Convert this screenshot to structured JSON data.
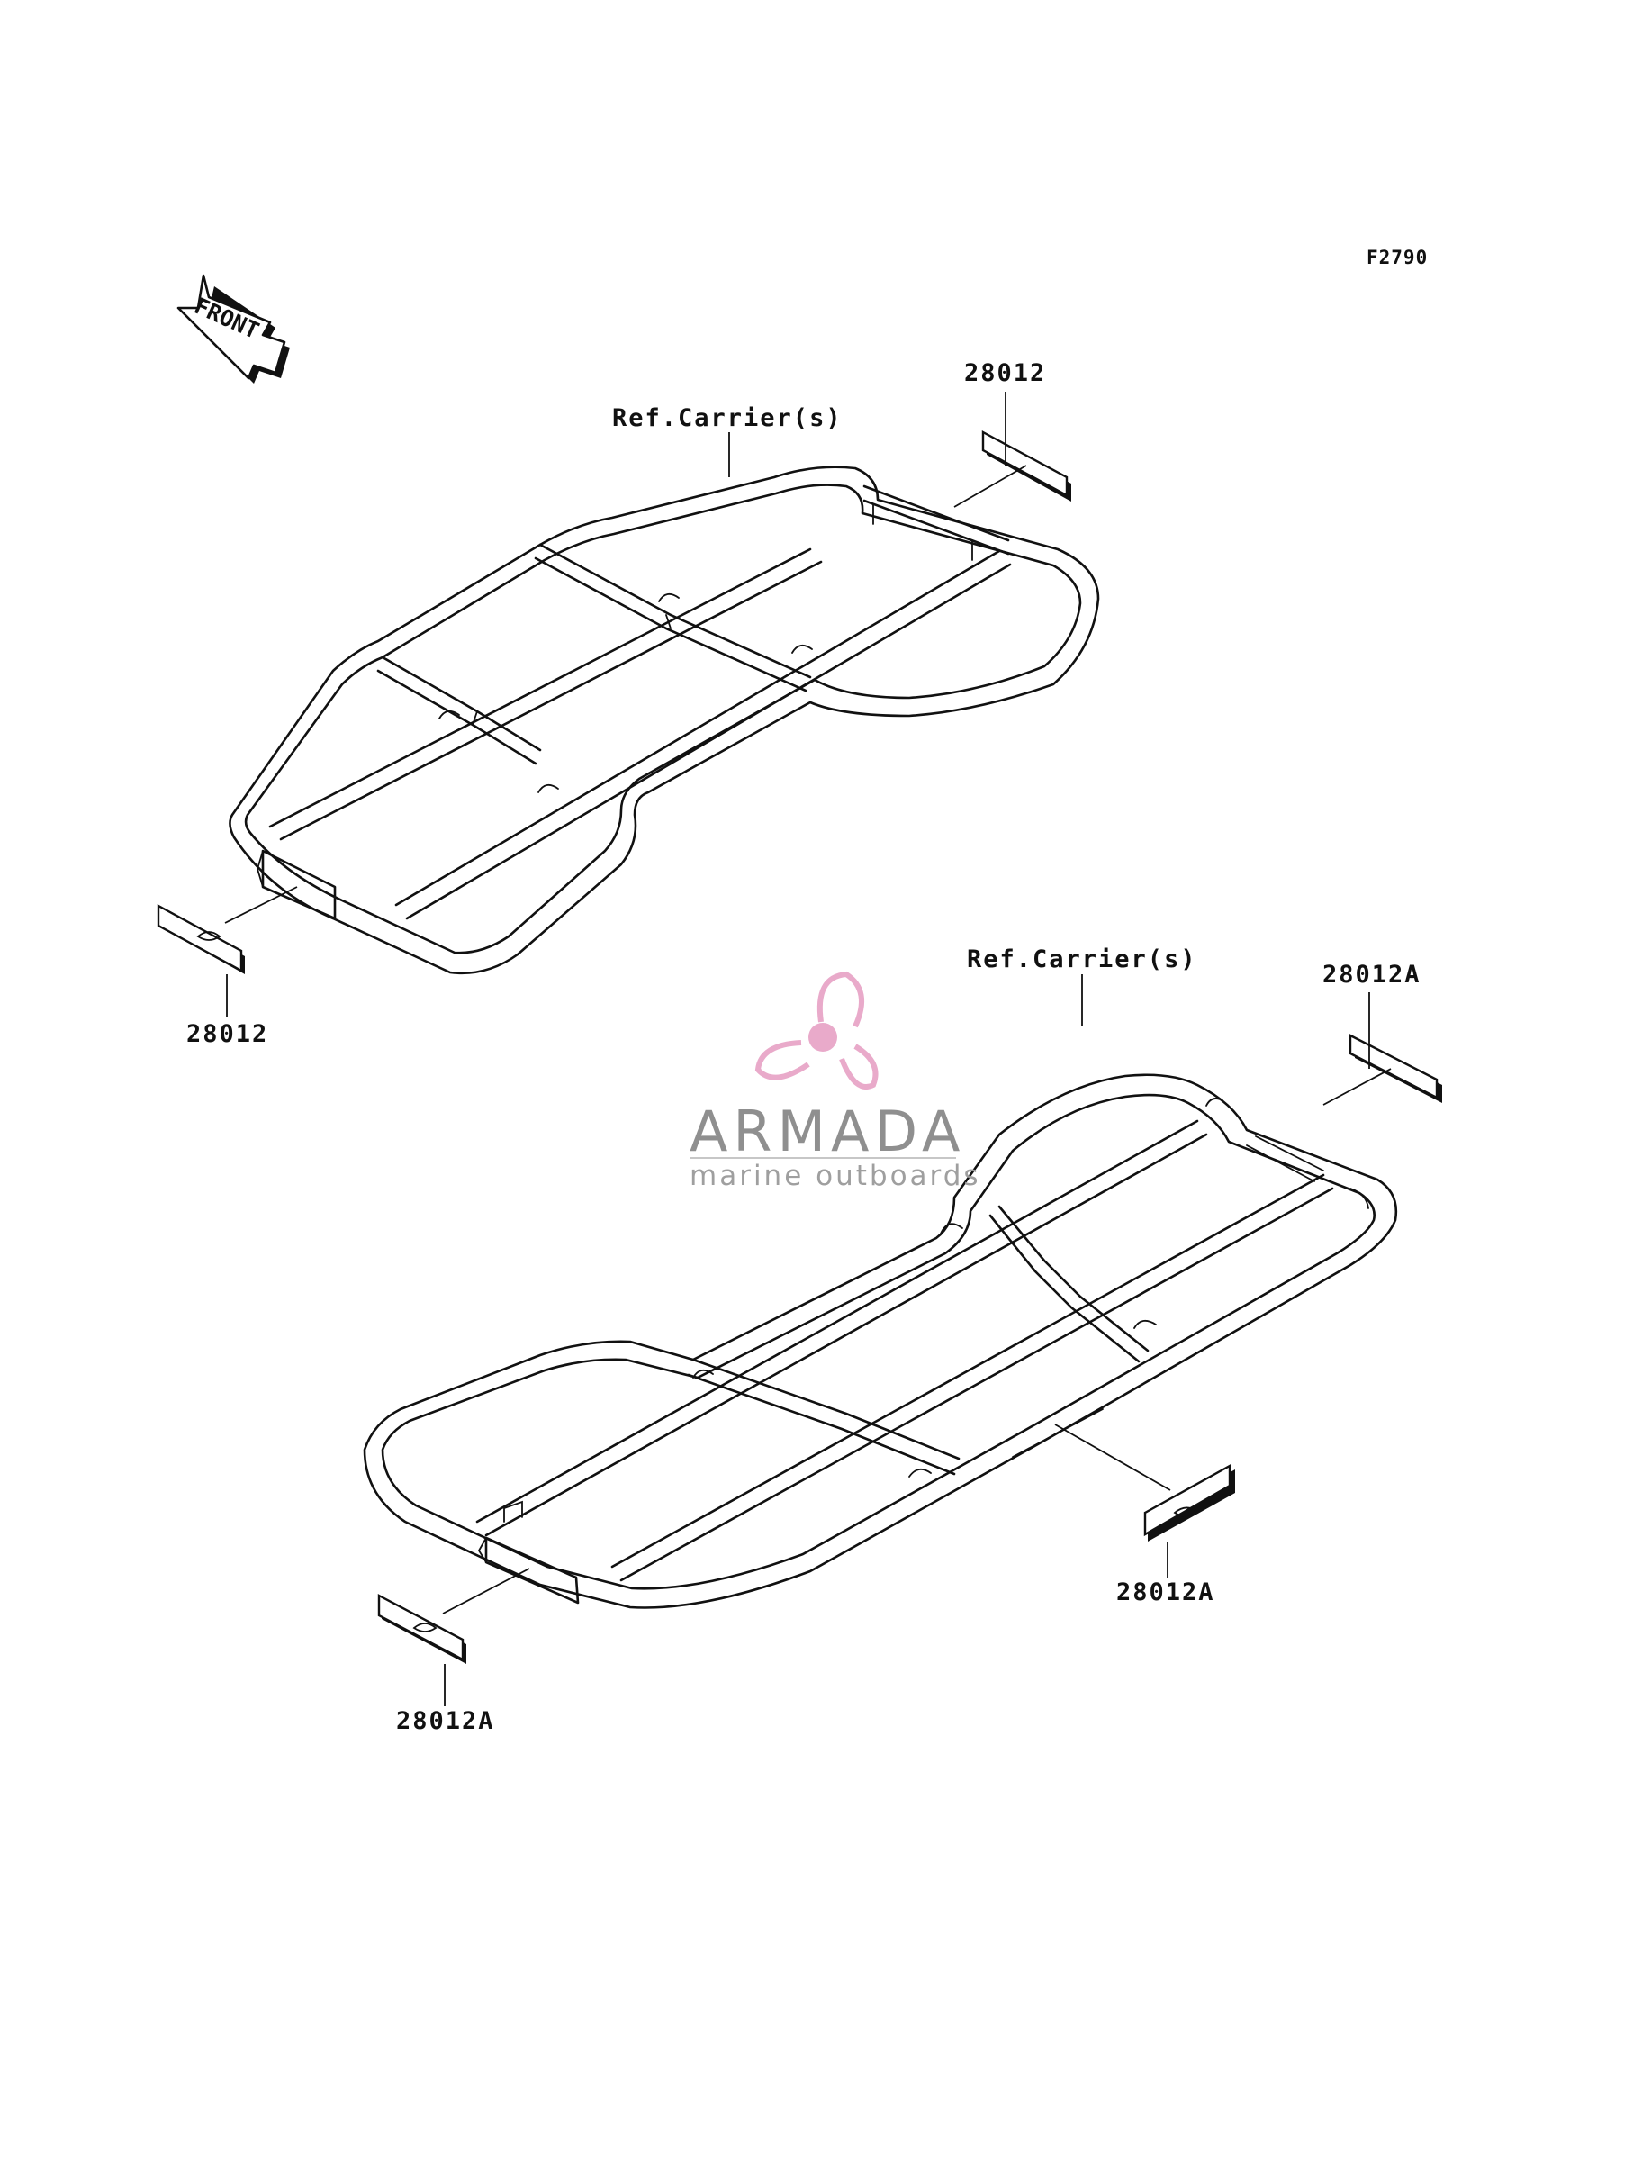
{
  "figure": {
    "code": "F2790",
    "front_label": "FRONT"
  },
  "callouts": {
    "upper_carrier_ref": "Ref.Carrier(s)",
    "upper_decal_top": "28012",
    "upper_decal_bottom": "28012",
    "lower_carrier_ref": "Ref.Carrier(s)",
    "lower_decal_top": "28012A",
    "lower_decal_right": "28012A",
    "lower_decal_left": "28012A"
  },
  "watermark": {
    "name": "ARMADA",
    "tagline": "marine outboards",
    "logo_color": "#e8a6c8",
    "text_color": "#8a8a8a"
  },
  "colors": {
    "line": "#111111",
    "background": "#ffffff"
  }
}
